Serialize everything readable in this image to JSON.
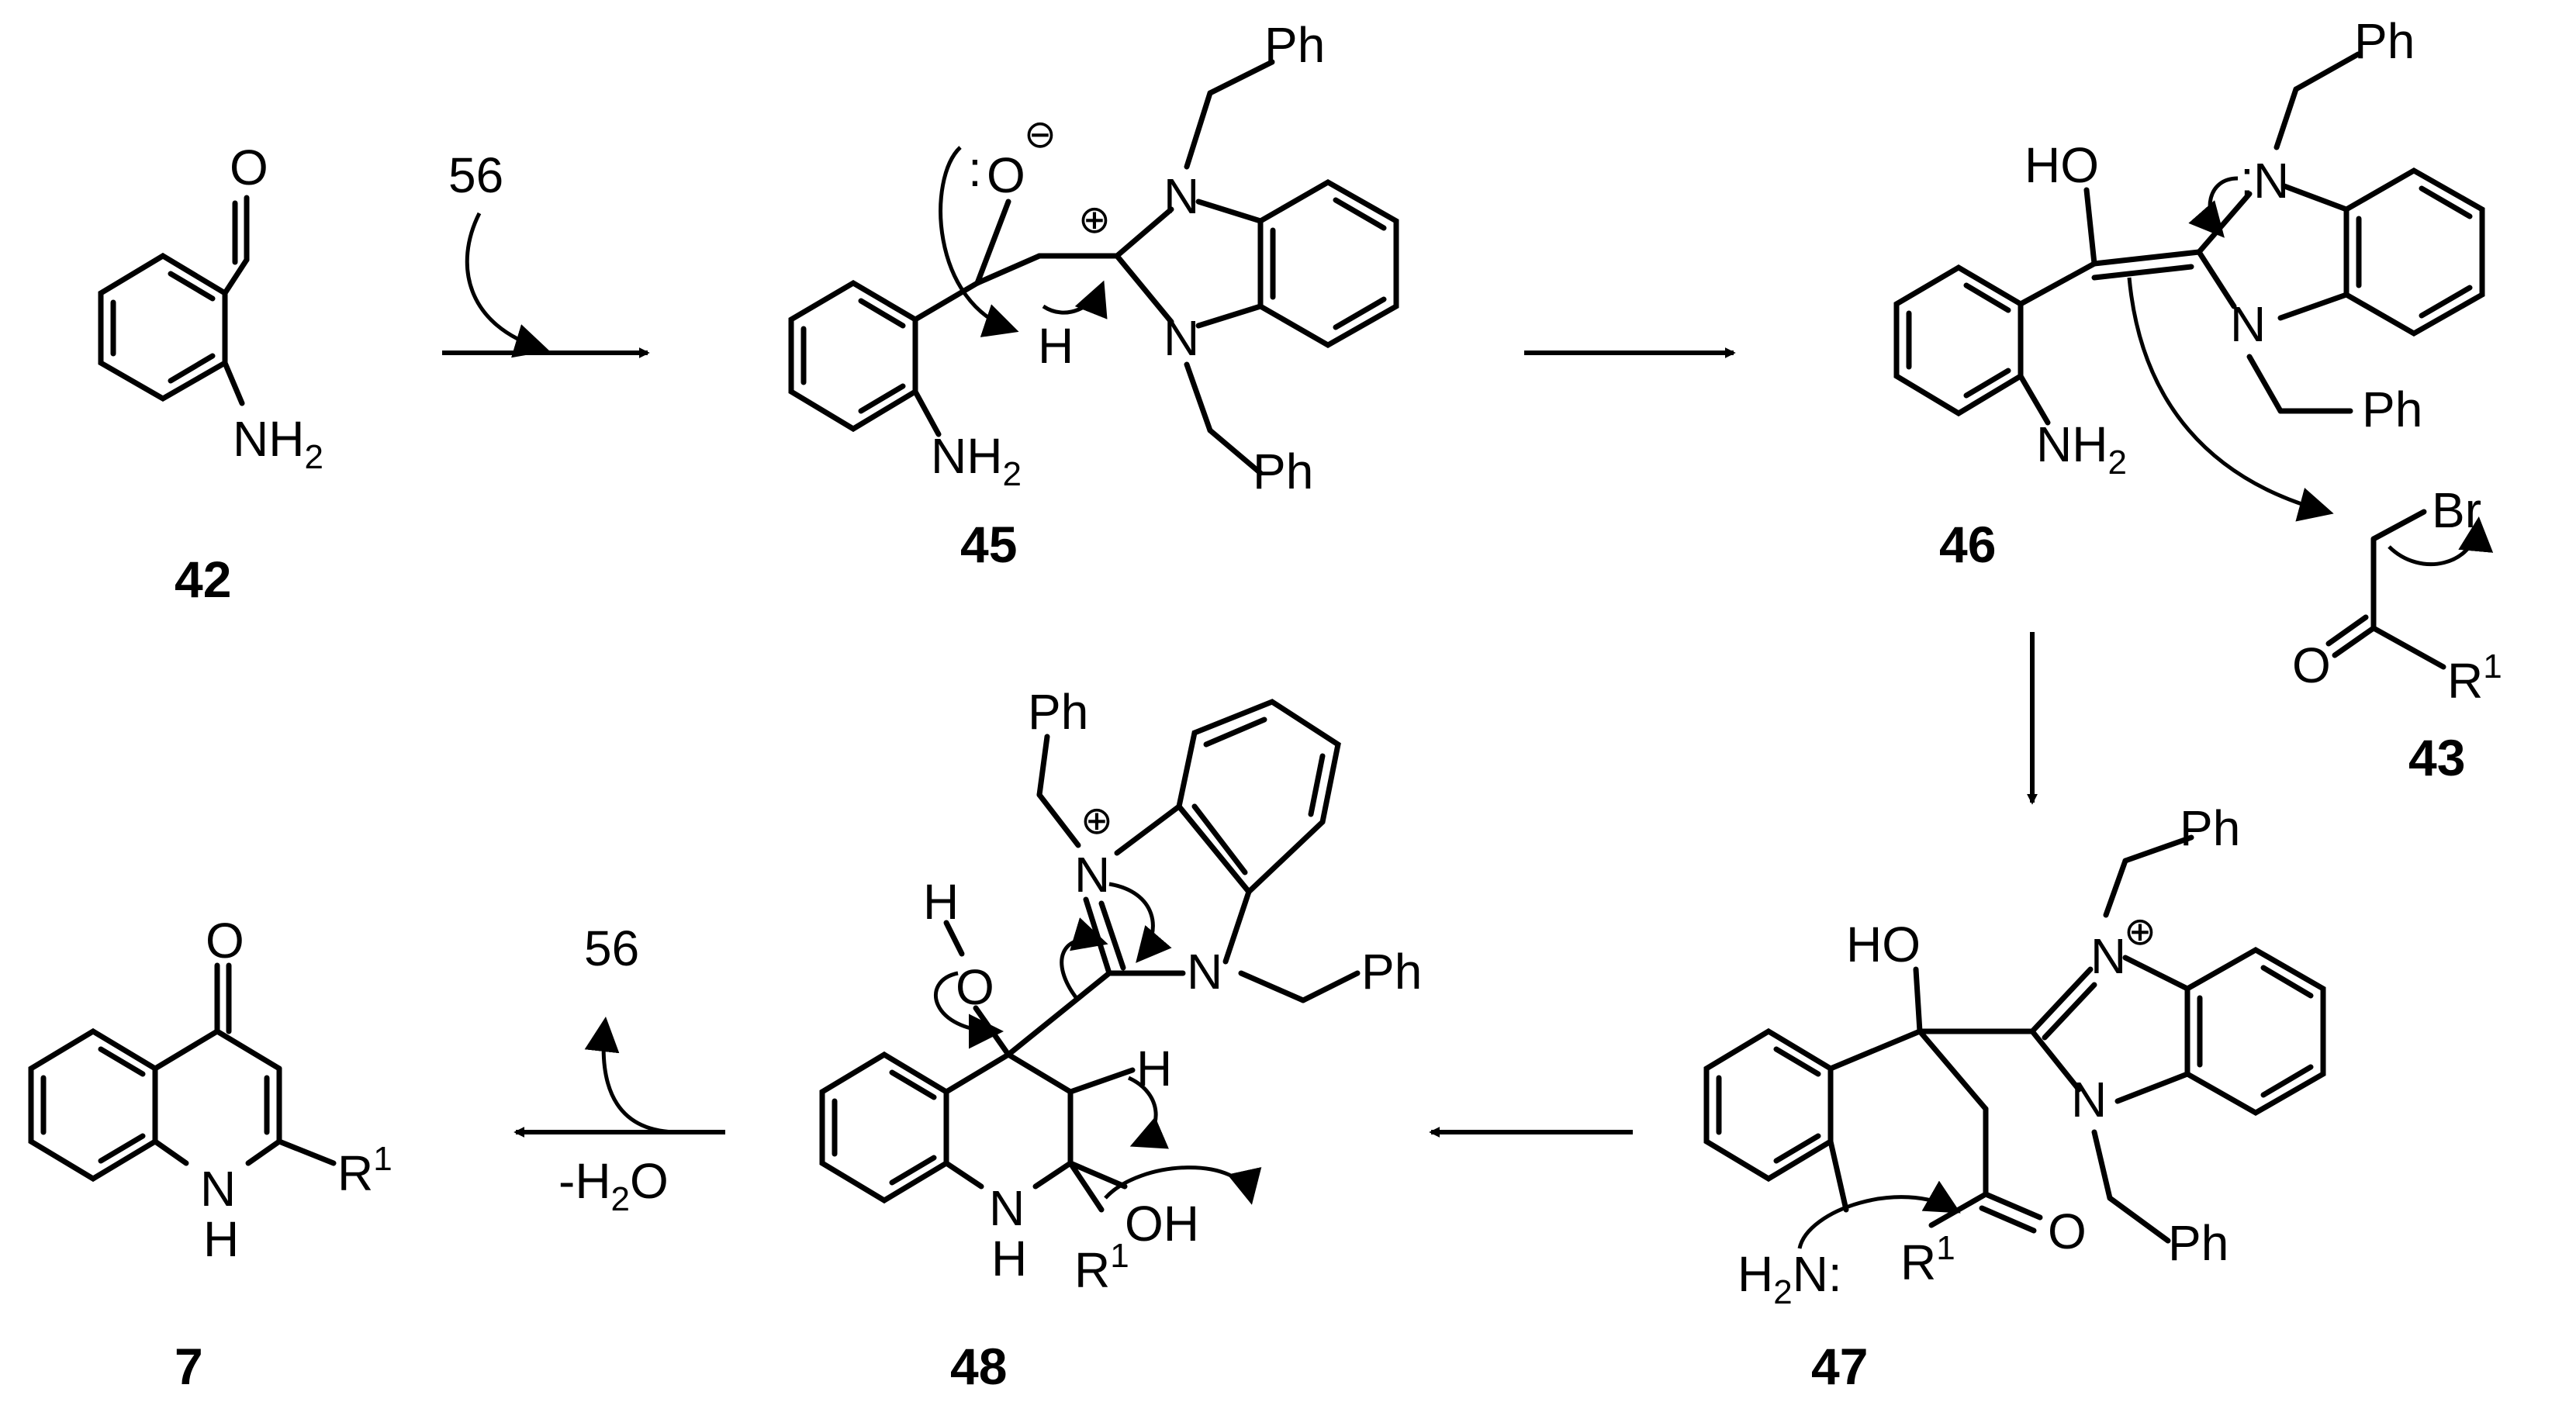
{
  "compounds": {
    "c42": {
      "number": "42",
      "aldehyde_O": "O",
      "amine": "NH",
      "amine_sub": "2"
    },
    "c45": {
      "number": "45",
      "O": "O",
      "charge_minus": "⊖",
      "charge_plus": "⊕",
      "H": "H",
      "N_top": "N",
      "N_bottom": "N",
      "Ph_top": "Ph",
      "Ph_bottom": "Ph",
      "amine": "NH",
      "amine_sub": "2",
      "lone_pair": ":"
    },
    "c46": {
      "number": "46",
      "HO": "HO",
      "N_top": "N",
      "N_bottom": "N",
      "Ph_top": "Ph",
      "Ph_bottom": "Ph",
      "amine": "NH",
      "amine_sub": "2",
      "lone_pair": ":"
    },
    "c43": {
      "number": "43",
      "Br": "Br",
      "O": "O",
      "R": "R",
      "R_sup": "1"
    },
    "c47": {
      "number": "47",
      "HO": "HO",
      "N_top": "N",
      "N_bottom": "N",
      "charge_plus": "⊕",
      "Ph_top": "Ph",
      "Ph_bottom": "Ph",
      "O": "O",
      "R": "R",
      "R_sup": "1",
      "amine_H": "H",
      "amine_sub": "2",
      "amine_N": "N",
      "lone_pair": ":"
    },
    "c48": {
      "number": "48",
      "H_top": "H",
      "O": "O",
      "N_top": "N",
      "N_bottom": "N",
      "charge_plus": "⊕",
      "Ph_top": "Ph",
      "Ph_right": "Ph",
      "H_ring": "H",
      "OH": "OH",
      "NH_N": "N",
      "NH_H": "H",
      "R": "R",
      "R_sup": "1"
    },
    "c7": {
      "number": "7",
      "O": "O",
      "NH_N": "N",
      "NH_H": "H",
      "R": "R",
      "R_sup": "1"
    }
  },
  "reagents": {
    "step1_catalyst": "56",
    "step_last_released": "56",
    "step_last_water": "-H",
    "step_last_water_sub": "2",
    "step_last_water_O": "O"
  }
}
